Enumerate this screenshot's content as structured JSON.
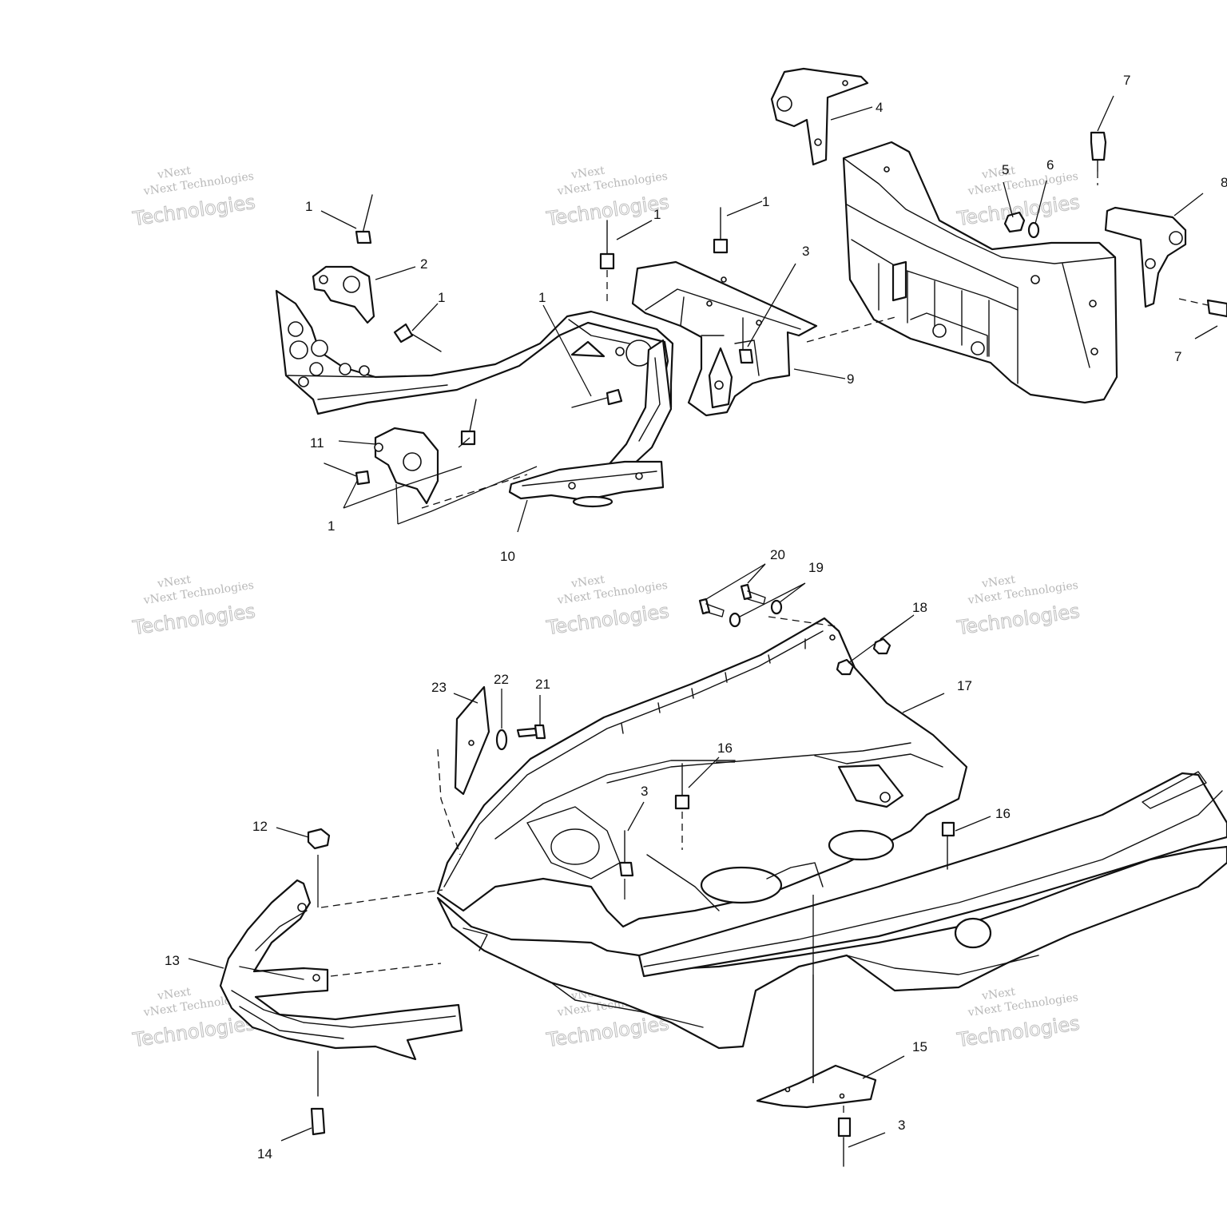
{
  "callouts": [
    {
      "id": "c1a",
      "label": "1"
    },
    {
      "id": "c1b",
      "label": "1"
    },
    {
      "id": "c1c",
      "label": "1"
    },
    {
      "id": "c1d",
      "label": "1"
    },
    {
      "id": "c1e",
      "label": "1"
    },
    {
      "id": "c1f",
      "label": "1"
    },
    {
      "id": "c2",
      "label": "2"
    },
    {
      "id": "c3a",
      "label": "3"
    },
    {
      "id": "c3b",
      "label": "3"
    },
    {
      "id": "c3c",
      "label": "3"
    },
    {
      "id": "c4",
      "label": "4"
    },
    {
      "id": "c5",
      "label": "5"
    },
    {
      "id": "c6",
      "label": "6"
    },
    {
      "id": "c7a",
      "label": "7"
    },
    {
      "id": "c7b",
      "label": "7"
    },
    {
      "id": "c8",
      "label": "8"
    },
    {
      "id": "c9",
      "label": "9"
    },
    {
      "id": "c10",
      "label": "10"
    },
    {
      "id": "c11",
      "label": "11"
    },
    {
      "id": "c12",
      "label": "12"
    },
    {
      "id": "c13",
      "label": "13"
    },
    {
      "id": "c14",
      "label": "14"
    },
    {
      "id": "c15",
      "label": "15"
    },
    {
      "id": "c16a",
      "label": "16"
    },
    {
      "id": "c16b",
      "label": "16"
    },
    {
      "id": "c17",
      "label": "17"
    },
    {
      "id": "c18",
      "label": "18"
    },
    {
      "id": "c19",
      "label": "19"
    },
    {
      "id": "c20",
      "label": "20"
    },
    {
      "id": "c21",
      "label": "21"
    },
    {
      "id": "c22",
      "label": "22"
    },
    {
      "id": "c23",
      "label": "23"
    }
  ],
  "watermark": {
    "company": "vNext Technologies",
    "line_a": "vNext",
    "line_b": "Technologies"
  }
}
